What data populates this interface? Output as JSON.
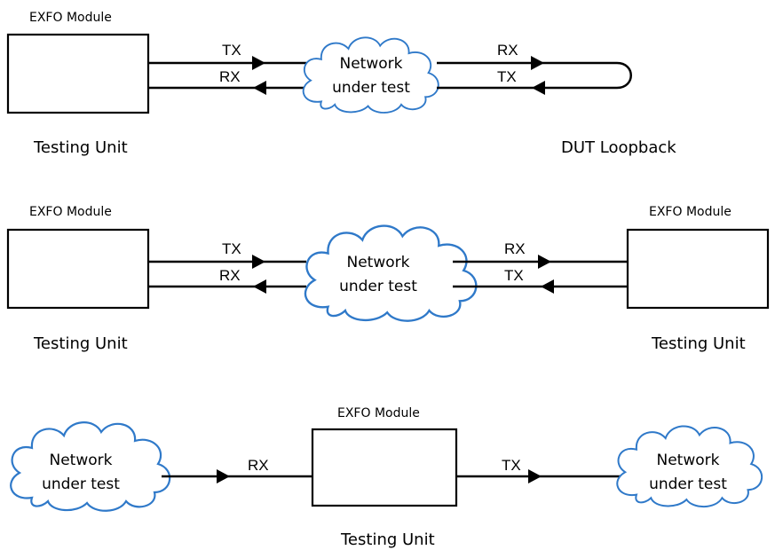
{
  "labels": {
    "module": "EXFO Module",
    "testing_unit": "Testing Unit",
    "dut_loopback": "DUT Loopback",
    "network_line1": "Network",
    "network_line2": "under test",
    "tx": "TX",
    "rx": "RX"
  },
  "colors": {
    "cloud_outline": "#2f79c9",
    "line": "#000000"
  }
}
